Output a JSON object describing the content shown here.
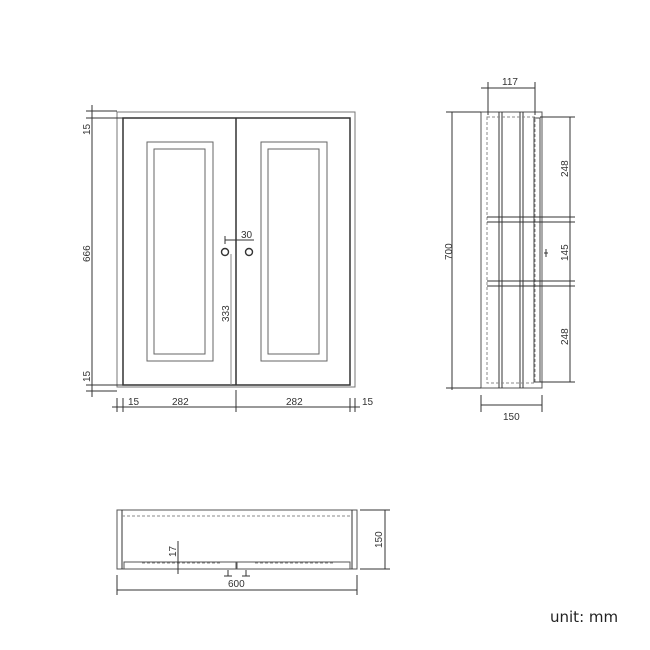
{
  "unit_label": "unit: mm",
  "front_view": {
    "dims": {
      "top_rail": "15",
      "door_height": "666",
      "bottom_rail": "15",
      "handle_gap": "30",
      "handle_height": "333",
      "left_side": "15",
      "left_door_width": "282",
      "right_door_width": "282",
      "right_side": "15"
    }
  },
  "side_view": {
    "dims": {
      "inner_depth": "117",
      "total_height": "700",
      "top_compartment": "248",
      "middle_compartment": "145",
      "bottom_compartment": "248",
      "total_depth": "150"
    }
  },
  "top_view": {
    "dims": {
      "door_thickness": "17",
      "total_width": "600",
      "depth": "150"
    }
  },
  "colors": {
    "line": "#333333",
    "light_line": "#888888",
    "background": "#ffffff"
  }
}
